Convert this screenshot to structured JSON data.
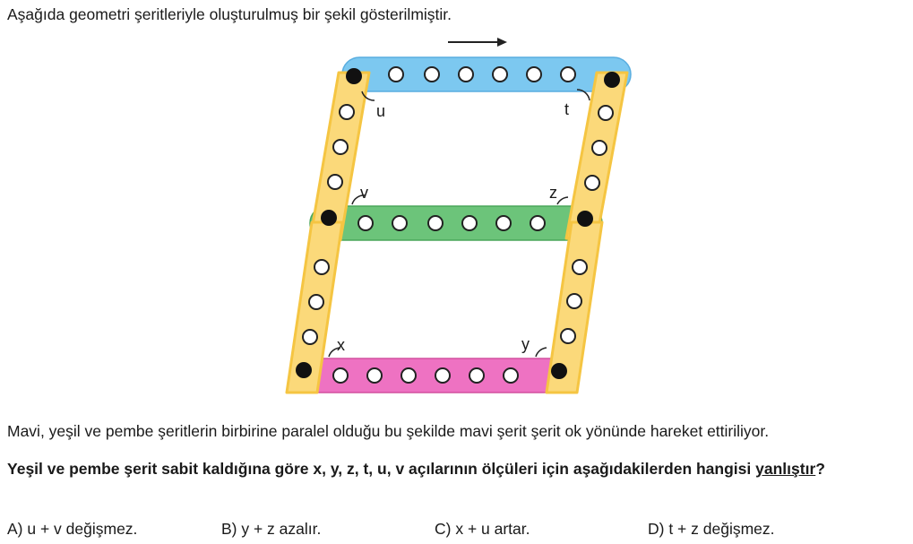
{
  "intro": "Aşağıda geometri şeritleriyle oluşturulmuş bir şekil gösterilmiştir.",
  "figure": {
    "angle_labels": [
      "u",
      "t",
      "v",
      "z",
      "x",
      "y"
    ],
    "colors": {
      "blue": "#7cc8f0",
      "green": "#6cc47a",
      "pink": "#ee72c2",
      "yellow": "#fbd97a",
      "stroke": "#f5c542"
    }
  },
  "paragraph": "Mavi, yeşil ve pembe şeritlerin birbirine paralel olduğu bu şekilde mavi şerit şerit ok yönünde hareket ettiriliyor.",
  "question": {
    "part1": "Yeşil ve pembe şerit sabit kaldığına göre x, y, z, t, u, v açılarının ölçüleri için aşağıdakilerden hangisi",
    "negative": "yanlıştır",
    "end": "?"
  },
  "options": [
    "A) u + v değişmez.",
    "B) y + z azalır.",
    "C) x + u artar.",
    "D) t + z değişmez."
  ]
}
